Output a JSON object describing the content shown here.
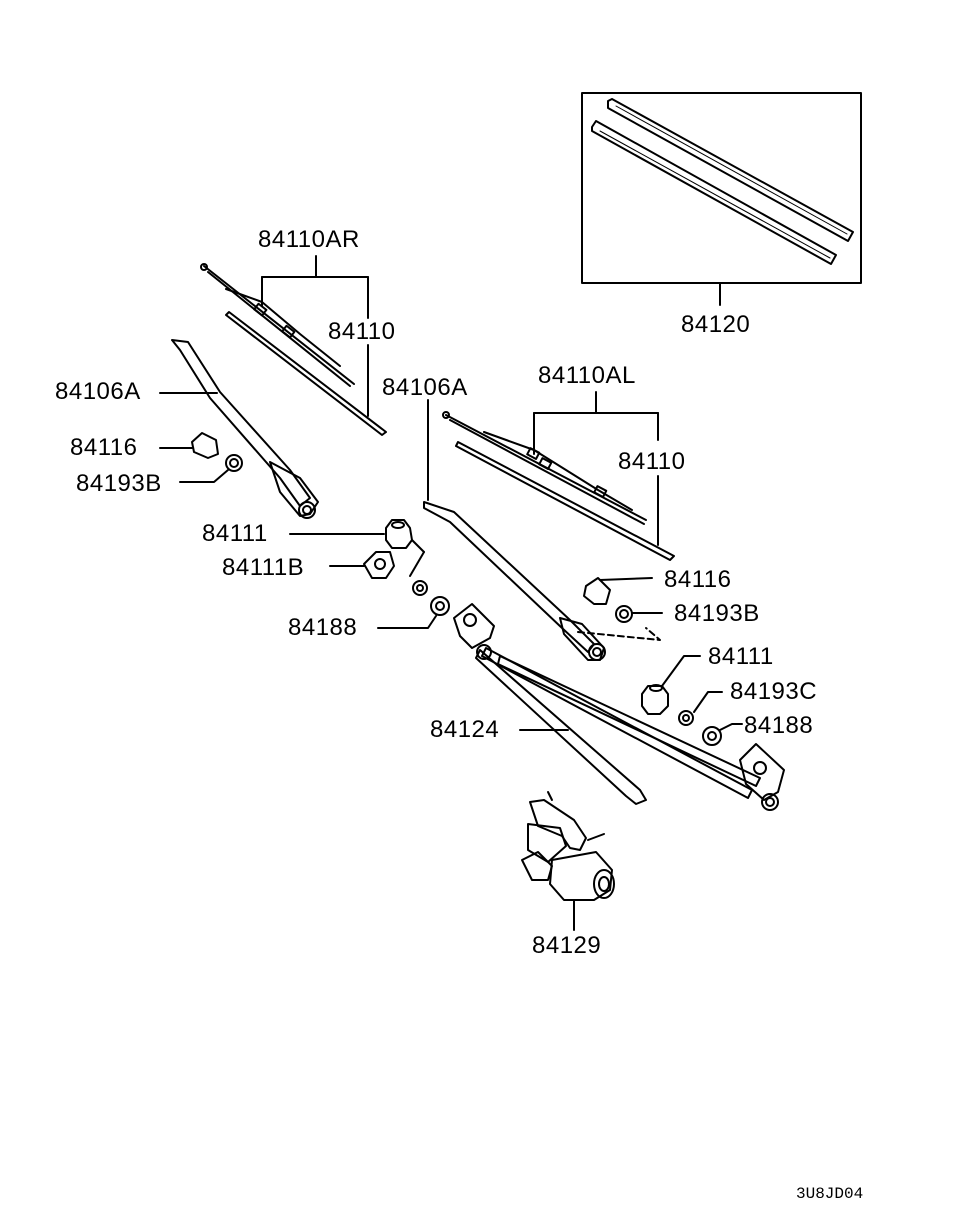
{
  "callouts": {
    "blade_assy_rh": "84110AR",
    "blade_rh": "84110",
    "arm_rh": "84106A",
    "cap_rh": "84116",
    "nut_rh": "84193B",
    "pivot_cap_rh": "84111",
    "pivot_cap_b": "84111B",
    "bushing_rh": "84188",
    "arm_lh": "84106A",
    "blade_assy_lh": "84110AL",
    "blade_lh": "84110",
    "cap_lh": "84116",
    "nut_lh": "84193B",
    "pivot_cap_lh": "84111",
    "nut_c": "84193C",
    "bushing_lh": "84188",
    "linkage": "84124",
    "motor": "84129",
    "refill": "84120"
  },
  "figure_code": "3U8JD04"
}
